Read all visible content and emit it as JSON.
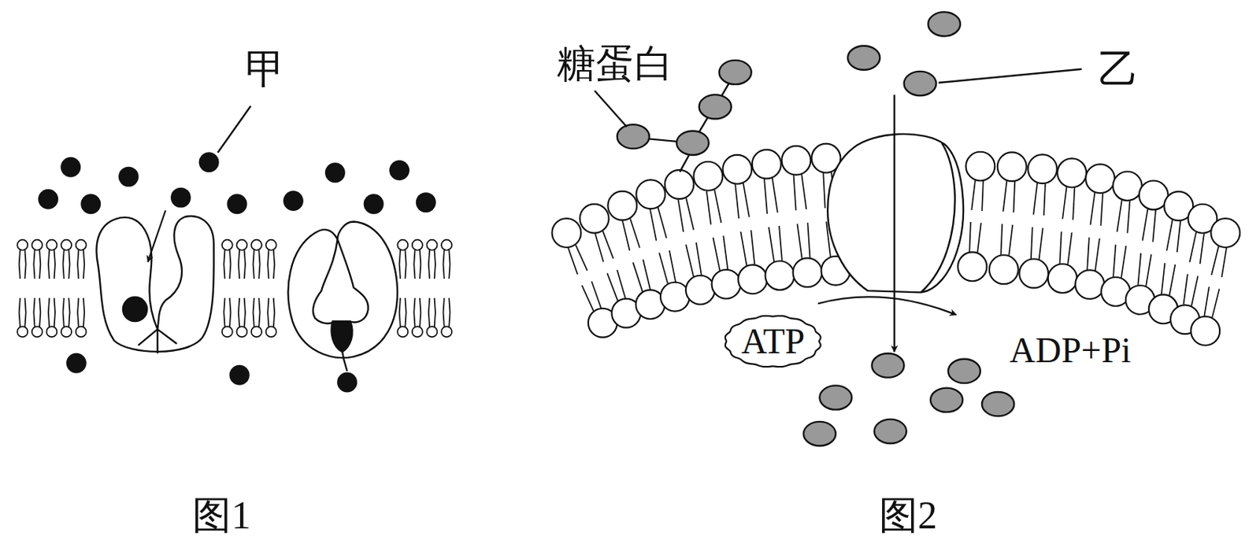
{
  "diagram": {
    "nodes": [
      {
        "text": [
          "ATP"
        ]
      }
    ],
    "labels": [
      "甲",
      "糖蛋白",
      "乙",
      "ADP+Pi",
      "图1",
      "图2"
    ]
  }
}
